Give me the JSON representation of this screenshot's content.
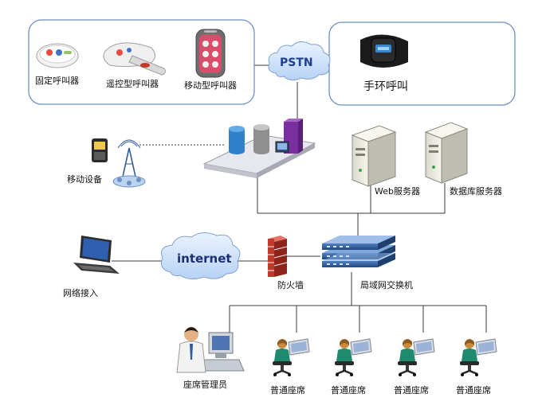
{
  "devices": {
    "fixed_caller": "固定呼叫器",
    "remote_caller": "遥控型呼叫器",
    "mobile_caller": "移动型呼叫器",
    "wristband": "手环呼叫",
    "mobile_device": "移动设备",
    "web_server": "Web服务器",
    "db_server": "数据库服务器",
    "network_access": "网络接入",
    "firewall": "防火墙",
    "lan_switch": "局域网交换机",
    "admin_seat": "座席管理员",
    "seat_1": "普通座席",
    "seat_2": "普通座席",
    "seat_3": "普通座席",
    "seat_4": "普通座席"
  },
  "clouds": {
    "pstn": "PSTN",
    "internet": "internet"
  },
  "colors": {
    "panel_border": "#6f8fc7",
    "link_line": "#3a3a3a",
    "cloud_fill": "#cfe3fb",
    "pstn_text": "#1f3f8f",
    "internet_text": "#1a2f74",
    "firewall_brick": "#c0392b",
    "switch_blue": "#2e5c9a"
  },
  "icons": {
    "fixed_caller": "fixed-caller-icon",
    "remote_caller": "remote-caller-icon",
    "mobile_caller": "mobile-caller-icon",
    "wristband": "wristband-icon",
    "phone": "mobile-phone-icon",
    "tower": "signal-tower-icon",
    "server_platform": "server-platform-icon",
    "web_server": "web-server-icon",
    "db_server": "db-server-icon",
    "laptop": "laptop-icon",
    "firewall": "firewall-icon",
    "switch": "network-switch-icon",
    "admin": "admin-operator-icon",
    "seat": "seat-operator-icon"
  }
}
